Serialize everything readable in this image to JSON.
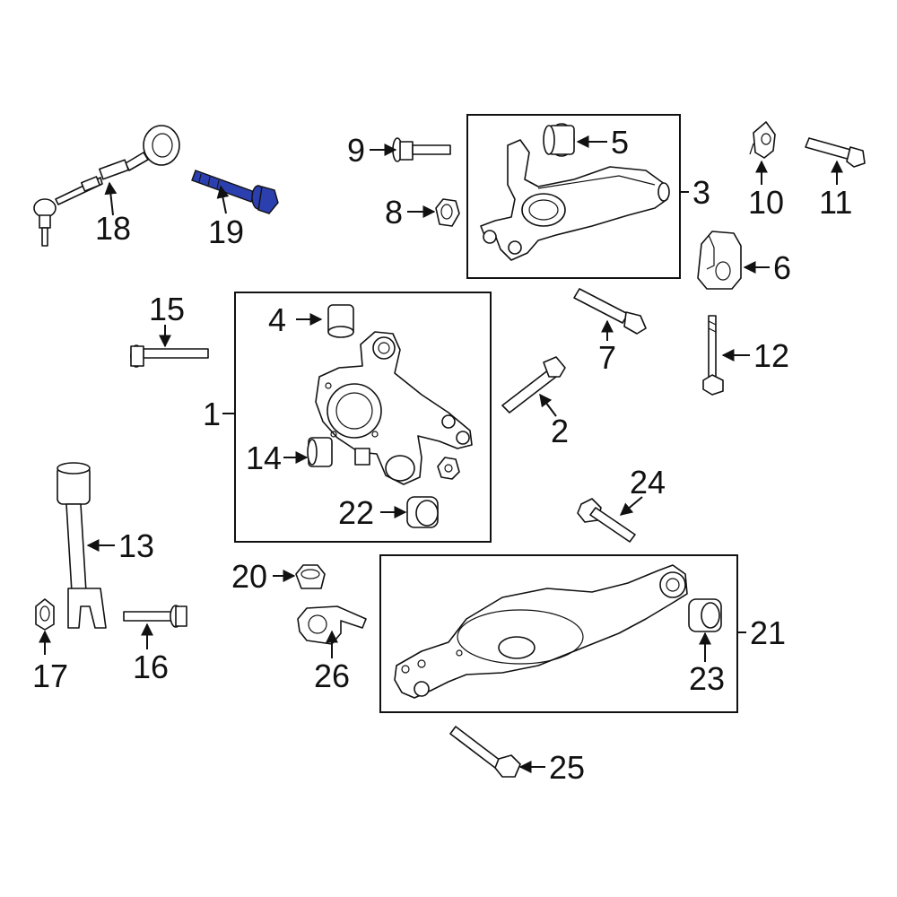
{
  "colors": {
    "line": "#111111",
    "background": "#ffffff",
    "highlight": "#2b3fae"
  },
  "highlighted_part": "19",
  "callouts": {
    "c1": "1",
    "c2": "2",
    "c3": "3",
    "c4": "4",
    "c5": "5",
    "c6": "6",
    "c7": "7",
    "c8": "8",
    "c9": "9",
    "c10": "10",
    "c11": "11",
    "c12": "12",
    "c13": "13",
    "c14": "14",
    "c15": "15",
    "c16": "16",
    "c17": "17",
    "c18": "18",
    "c19": "19",
    "c20": "20",
    "c21": "21",
    "c22": "22",
    "c23": "23",
    "c24": "24",
    "c25": "25",
    "c26": "26"
  }
}
